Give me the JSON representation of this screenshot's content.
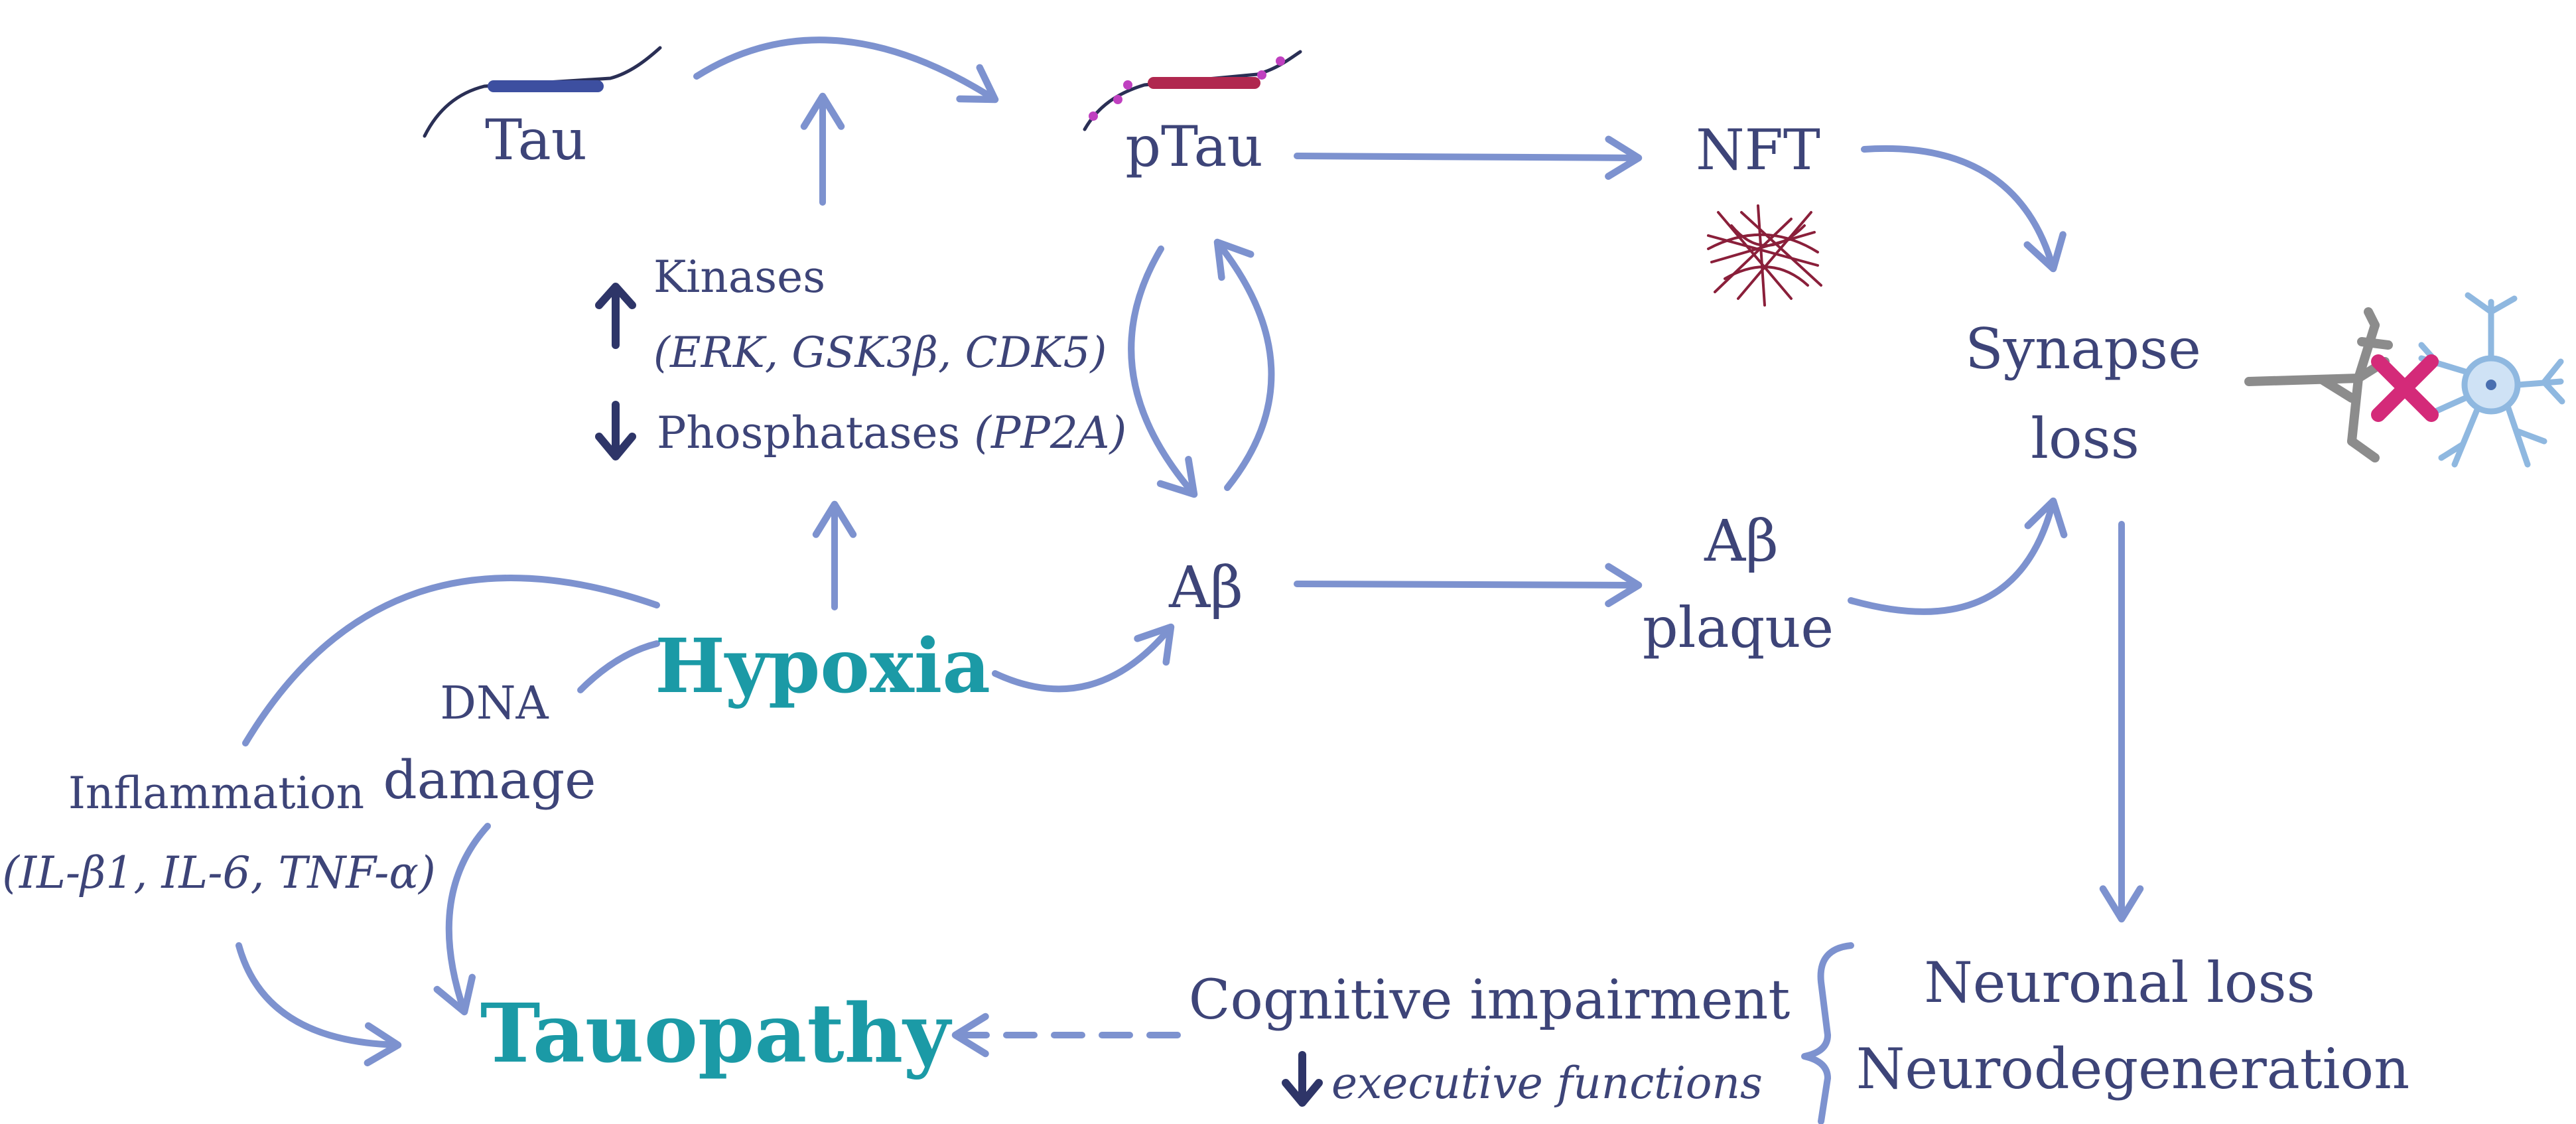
{
  "nodes": {
    "tau": "Tau",
    "ptau": "pTau",
    "nft": "NFT",
    "synapse_loss_1": "Synapse",
    "synapse_loss_2": "loss",
    "kinases": "Kinases",
    "kinases_list": "(ERK, GSK3β, CDK5)",
    "phosphatases": "Phosphatases",
    "phosphatases_list": "(PP2A)",
    "abeta": "Aβ",
    "abeta_plaque_1": "Aβ",
    "abeta_plaque_2": "plaque",
    "hypoxia": "Hypoxia",
    "dna_damage_1": "DNA",
    "dna_damage_2": "damage",
    "inflammation": "Inflammation",
    "inflammation_list": "(IL-β1, IL-6, TNF-α)",
    "tauopathy": "Tauopathy",
    "cognitive_impairment": "Cognitive impairment",
    "executive_functions": "executive functions",
    "neuronal_loss": "Neuronal loss",
    "neurodegeneration": "Neurodegeneration"
  },
  "colors": {
    "arrow": "#7d92cf",
    "text": "#3d4478",
    "highlight": "#1b9aa6",
    "ptau_mark": "#b0284f",
    "phospho_dot": "#c040c0",
    "nft": "#8a1f3a",
    "neuron_gray": "#8c8c8c",
    "neuron_blue": "#8fb8e0",
    "cross": "#d42a79"
  },
  "icons": {
    "up_arrow": "up-arrow-icon",
    "down_arrow": "down-arrow-icon",
    "tau_protein": "tau-protein-icon",
    "ptau_protein": "ptau-protein-icon",
    "nft_tangle": "nft-tangle-icon",
    "synapse_neurons": "synapse-loss-neurons-icon"
  }
}
